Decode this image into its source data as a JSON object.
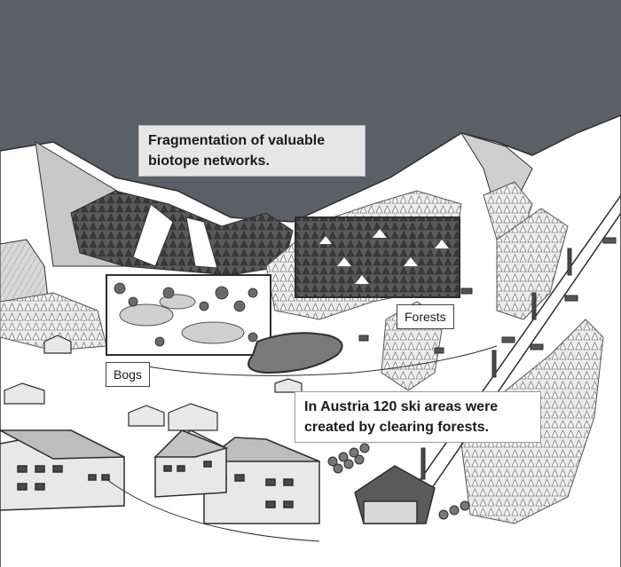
{
  "labels": {
    "fragmentation": "Fragmentation of valuable\nbiotope networks.",
    "forests": "Forests",
    "bogs": "Bogs",
    "ski_areas": "In Austria 120 ski areas were\ncreated by clearing forests."
  },
  "colors": {
    "sky": "#5b6068",
    "ink": "#2e2e2e",
    "snow": "#ffffff",
    "shade_grey": "#bdbdbd",
    "forest_dark": "#4a4a4a",
    "label_fill": "#e6e6e6"
  }
}
